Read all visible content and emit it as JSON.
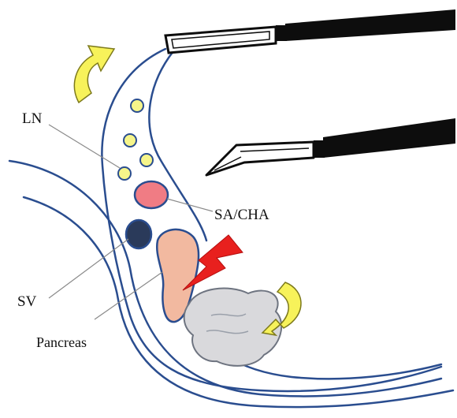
{
  "labels": {
    "ln": "LN",
    "sa_cha": "SA/CHA",
    "sv": "SV",
    "pancreas": "Pancreas"
  },
  "colors": {
    "outline": "#2a4d8f",
    "ln_fill": "#f6f58a",
    "artery_fill": "#f07c84",
    "vein_fill": "#2a3a5a",
    "pancreas_fill": "#f2b9a0",
    "stomach_fill": "#d9d9dc",
    "arrow_fill": "#f7f25a",
    "zap_fill": "#e8201e",
    "instrument": "#0d0d0d"
  },
  "icons": {
    "retract_arrow_top": "curved-arrow-icon",
    "retract_arrow_bottom": "curved-arrow-icon",
    "energy": "lightning-bolt-icon"
  }
}
